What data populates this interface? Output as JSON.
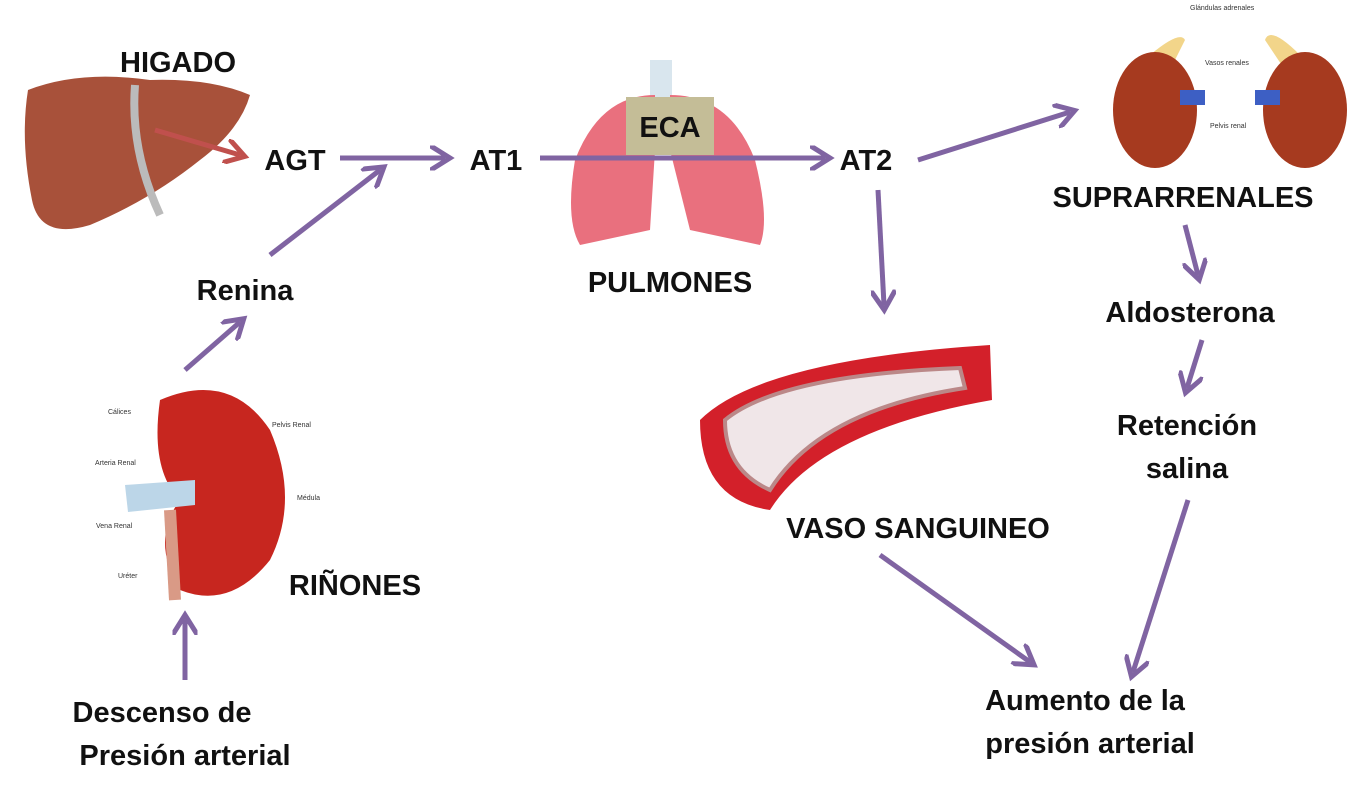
{
  "labels": {
    "higado": "HIGADO",
    "agt": "AGT",
    "at1": "AT1",
    "eca": "ECA",
    "at2": "AT2",
    "pulmones": "PULMONES",
    "renina": "Renina",
    "suprarrenales": "SUPRARRENALES",
    "aldosterona": "Aldosterona",
    "retencion_1": "Retención",
    "retencion_2": "salina",
    "vaso": "VASO SANGUINEO",
    "rinones": "RIÑONES",
    "descenso_1": "Descenso de",
    "descenso_2": "Presión arterial",
    "aumento_1": "Aumento de la",
    "aumento_2": "presión arterial"
  },
  "kidney_labels": [
    "Cálices",
    "Pelvis Renal",
    "Arteria Renal",
    "Médula",
    "Vena Renal",
    "Uréter"
  ],
  "adrenal_labels": [
    "Glándulas adrenales",
    "Vasos renales",
    "Pelvis renal"
  ],
  "colors": {
    "arrow": "#8064a2",
    "liver_arrow": "#c0504d",
    "eca_box": "#c4bd97"
  }
}
